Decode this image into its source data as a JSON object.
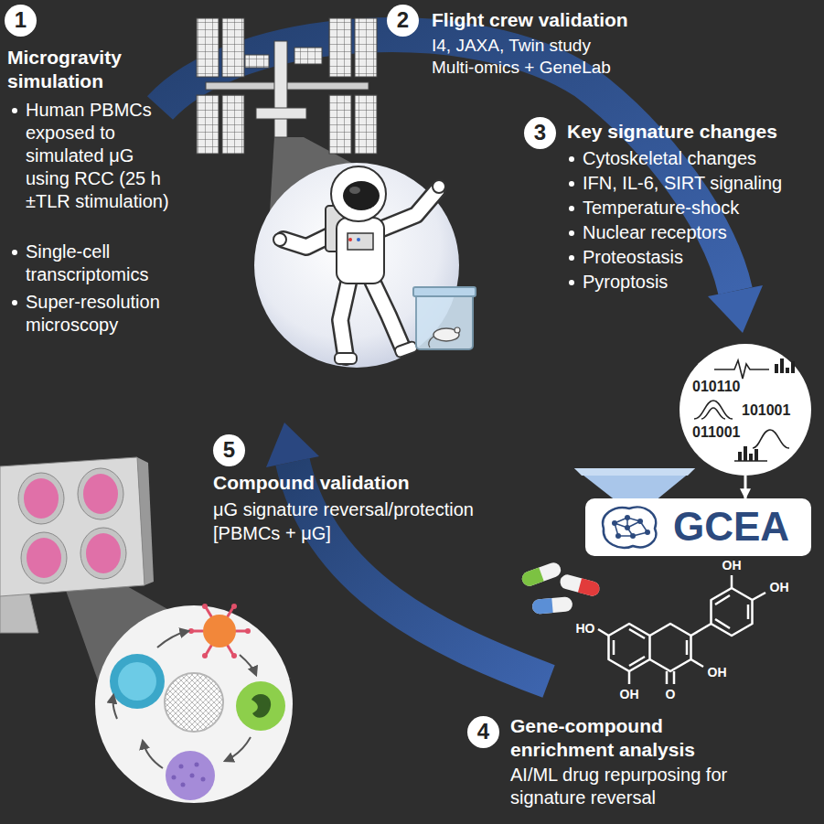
{
  "diagram": {
    "nodes": [
      {
        "text": [
          "1"
        ]
      },
      {
        "text": [
          "2"
        ]
      },
      {
        "text": [
          "3"
        ]
      },
      {
        "text": [
          "010110",
          "101001",
          "011001"
        ]
      },
      {
        "text": [
          "GCEA"
        ]
      },
      {
        "text": [
          "5"
        ]
      },
      {
        "text": [
          "4"
        ]
      }
    ],
    "edges": [
      {
        "from": 3,
        "to": 4,
        "arrow": "to"
      }
    ],
    "labels": [
      "Microgravity simulation",
      "Human PBMCs exposed to simulated μG using RCC (25 h ±TLR stimulation)",
      "Single-cell transcriptomics",
      "Super-resolution microscopy",
      "Flight crew validation",
      "I4, JAXA, Twin study",
      "Multi-omics + GeneLab",
      "Key signature changes",
      "Cytoskeletal changes",
      "IFN, IL-6, SIRT signaling",
      "Temperature-shock",
      "Nuclear receptors",
      "Proteostasis",
      "Pyroptosis",
      "Compound validation",
      "μG signature reversal/protection",
      "[PBMCs + μG]",
      "Gene-compound enrichment analysis",
      "AI/ML drug repurposing for signature reversal",
      "OH",
      "OH",
      "HO",
      "OH",
      "OH",
      "O"
    ]
  }
}
